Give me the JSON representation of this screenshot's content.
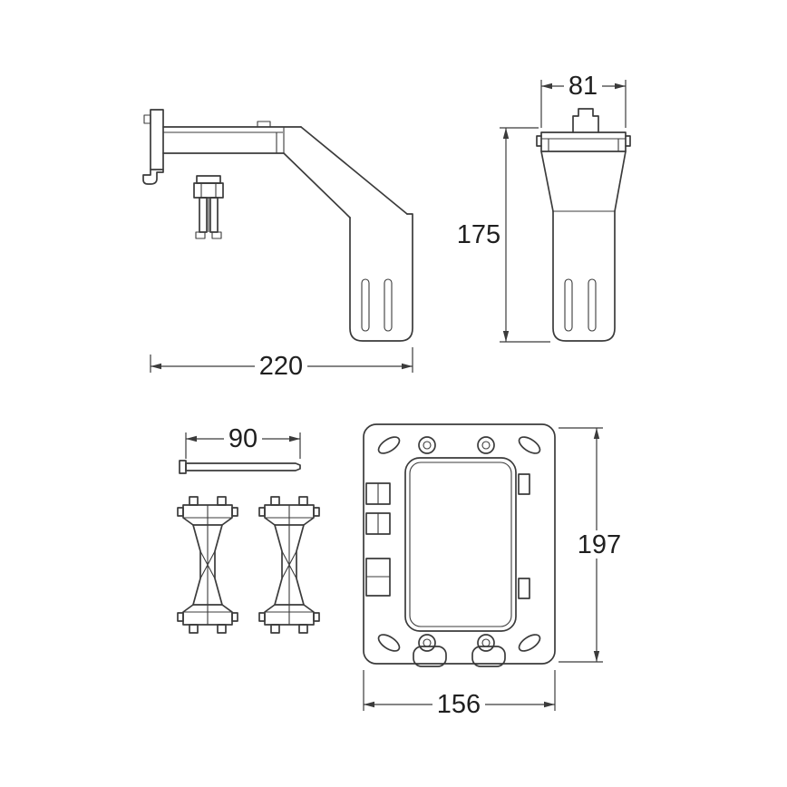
{
  "drawing": {
    "background": "#ffffff",
    "line_color": "#3b3b3b",
    "text_color": "#1f1f1f"
  },
  "dims": {
    "bracket_width": "220",
    "cup_width": "81",
    "cup_height": "175",
    "pin_length": "90",
    "frame_height": "197",
    "frame_width": "156"
  }
}
